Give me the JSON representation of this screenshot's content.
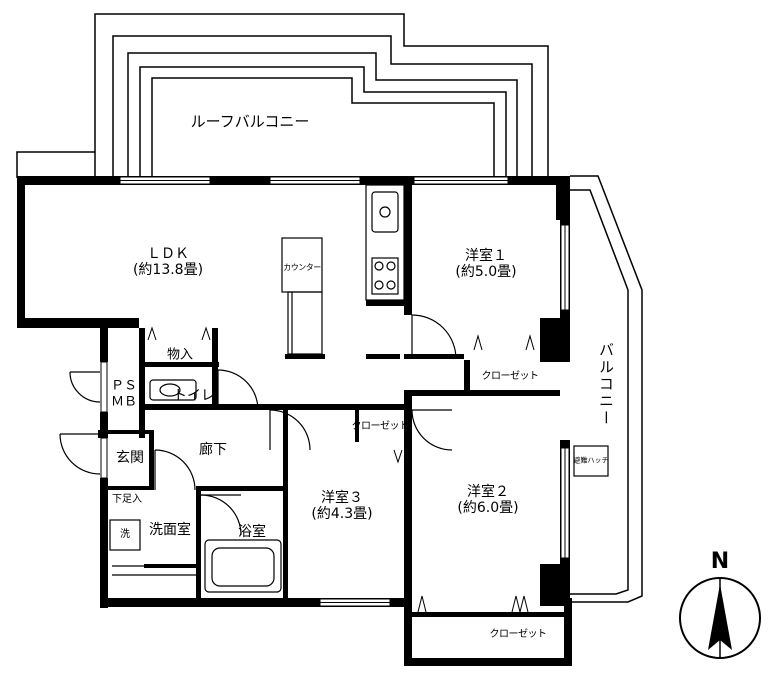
{
  "roof_balcony": "ルーフバルコニー",
  "balcony": "バルコニー",
  "rooms": {
    "ldk": {
      "name": "ＬＤＫ",
      "size": "(約13.8畳)"
    },
    "western1": {
      "name": "洋室１",
      "size": "(約5.0畳)"
    },
    "western2": {
      "name": "洋室２",
      "size": "(約6.0畳)"
    },
    "western3": {
      "name": "洋室３",
      "size": "(約4.3畳)"
    },
    "storage": "物入",
    "ps": "ＰＳ",
    "mb": "ＭＢ",
    "toilet": "トイレ",
    "hallway": "廊下",
    "entrance": "玄関",
    "shoe_box": "下足入",
    "washroom": "洗面室",
    "bathroom": "浴室",
    "laundry": "洗"
  },
  "closets": {
    "closet1": "クローゼット",
    "closet2": "クローゼット",
    "closet3": "クローゼット",
    "counter": "カウンター"
  },
  "balcony_hatch": "避難ハッチ",
  "compass_label": "N"
}
